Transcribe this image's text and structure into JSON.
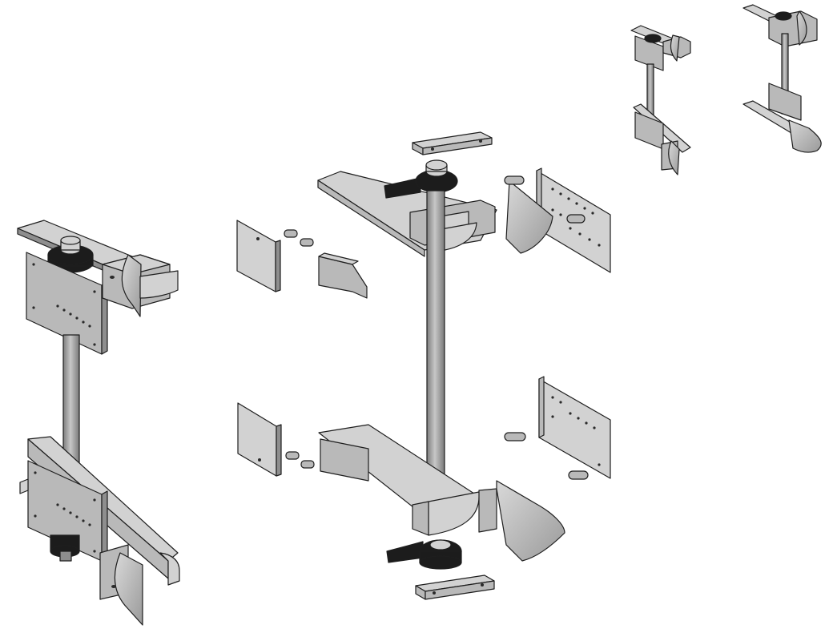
{
  "figure": {
    "views": [
      {
        "name": "assembled-isometric"
      },
      {
        "name": "exploded-isometric"
      },
      {
        "name": "thumbnail-front"
      },
      {
        "name": "thumbnail-side"
      }
    ]
  }
}
